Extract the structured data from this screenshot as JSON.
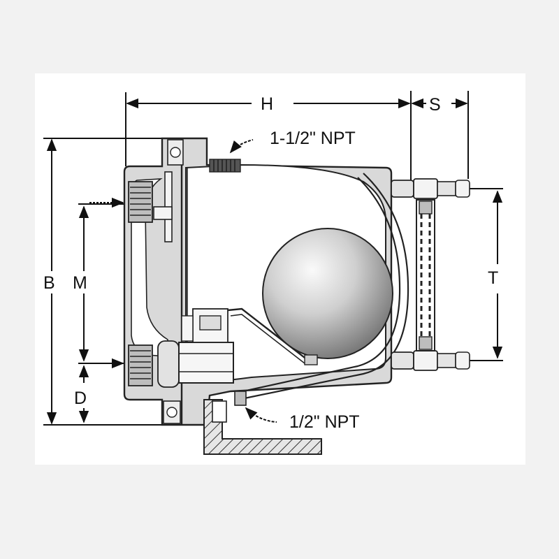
{
  "diagram": {
    "labels": {
      "H": "H",
      "S": "S",
      "B": "B",
      "M": "M",
      "D": "D",
      "T": "T",
      "inlet_thread": "1-1/2\" NPT",
      "drain_thread": "1/2\" NPT"
    },
    "colors": {
      "background": "#f2f2f2",
      "panel": "#ffffff",
      "body_fill": "#d9d9d9",
      "ball_light": "#f5f5f5",
      "ball_dark": "#7a7a7a",
      "line": "#222222"
    }
  }
}
